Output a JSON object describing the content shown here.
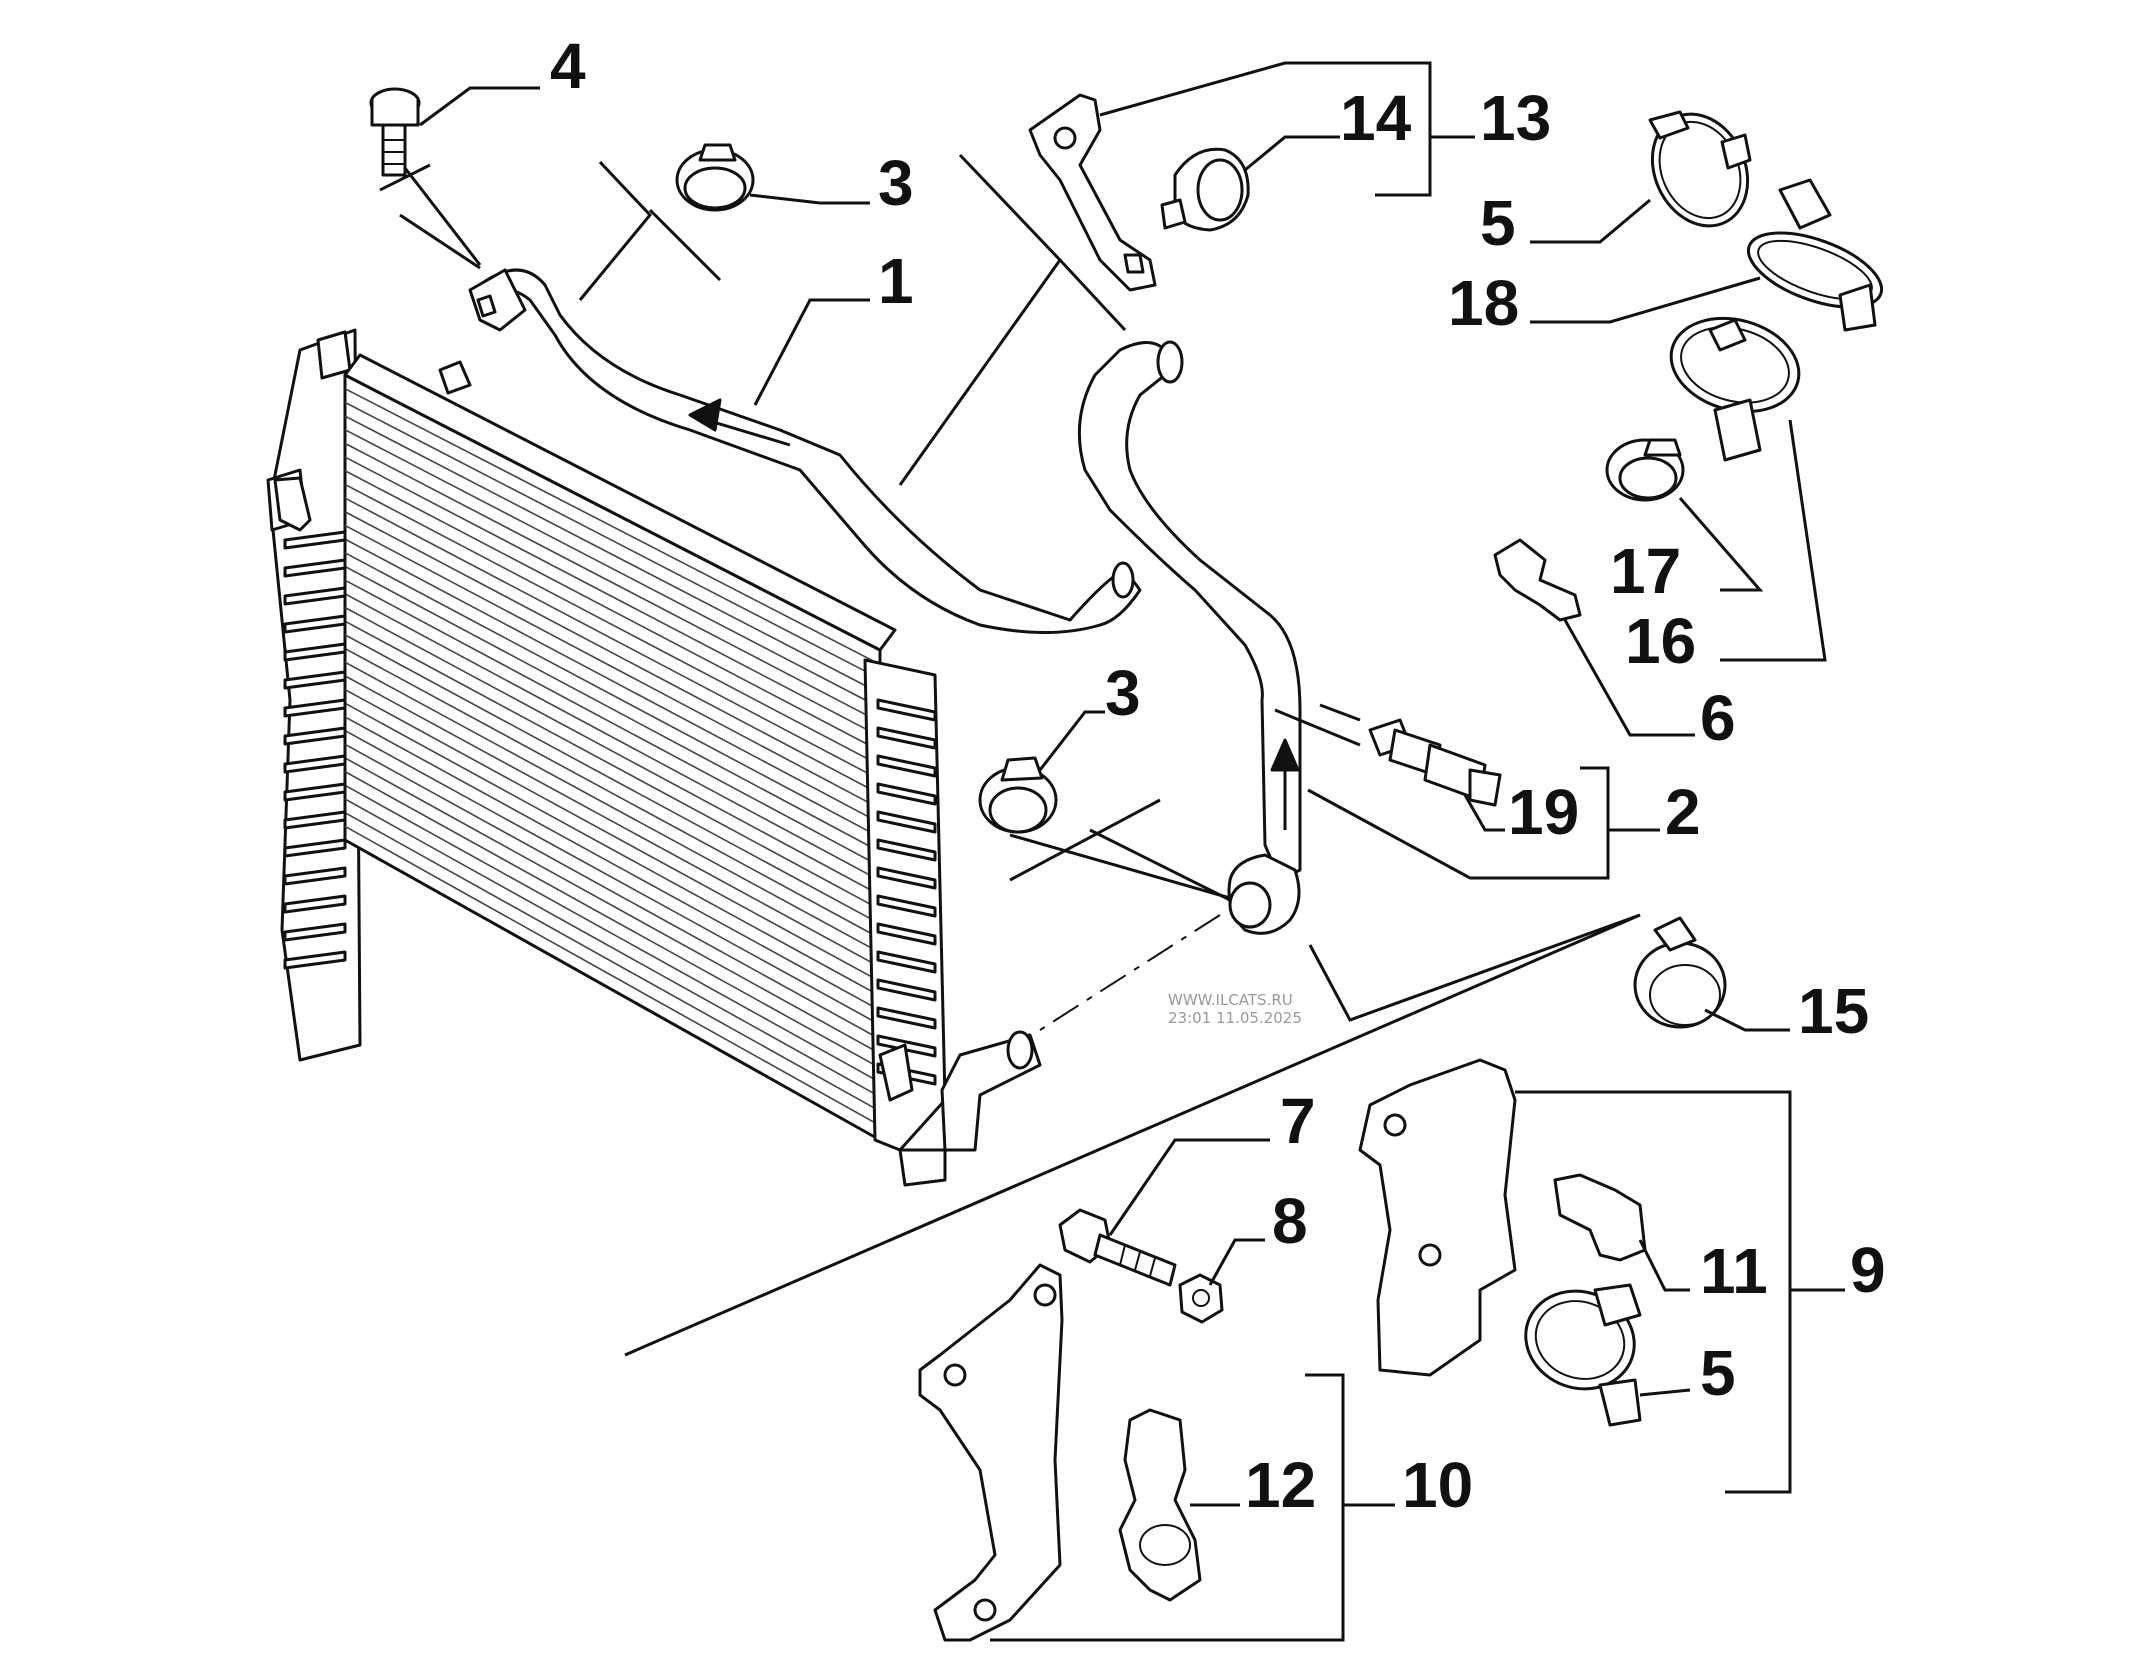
{
  "watermark": {
    "site": "WWW.ILCATS.RU",
    "stamp": "23:01 11.05.2025"
  },
  "callouts": [
    {
      "id": "c1",
      "label": "1"
    },
    {
      "id": "c2",
      "label": "2"
    },
    {
      "id": "c3a",
      "label": "3"
    },
    {
      "id": "c3b",
      "label": "3"
    },
    {
      "id": "c4",
      "label": "4"
    },
    {
      "id": "c5a",
      "label": "5"
    },
    {
      "id": "c5b",
      "label": "5"
    },
    {
      "id": "c6",
      "label": "6"
    },
    {
      "id": "c7",
      "label": "7"
    },
    {
      "id": "c8",
      "label": "8"
    },
    {
      "id": "c9",
      "label": "9"
    },
    {
      "id": "c10",
      "label": "10"
    },
    {
      "id": "c11",
      "label": "11"
    },
    {
      "id": "c12",
      "label": "12"
    },
    {
      "id": "c13",
      "label": "13"
    },
    {
      "id": "c14",
      "label": "14"
    },
    {
      "id": "c15",
      "label": "15"
    },
    {
      "id": "c16",
      "label": "16"
    },
    {
      "id": "c17",
      "label": "17"
    },
    {
      "id": "c18",
      "label": "18"
    },
    {
      "id": "c19",
      "label": "19"
    }
  ]
}
